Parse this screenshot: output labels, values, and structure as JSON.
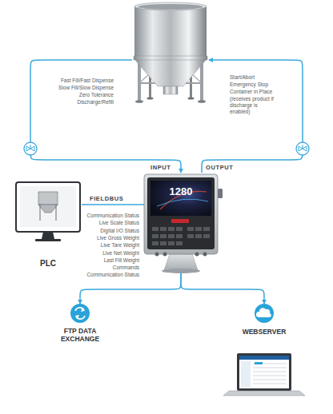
{
  "diagram": {
    "nodes": [
      {
        "text": []
      },
      {
        "text": [
          "1280"
        ]
      },
      {
        "text": [
          "PLC"
        ]
      },
      {
        "text": [
          "FTP DATA EXCHANGE"
        ]
      },
      {
        "text": [
          "WEBSERVER"
        ]
      }
    ],
    "edges": [
      {
        "from": 0,
        "to": 1,
        "arrow": "to",
        "label": "INPUT"
      },
      {
        "from": 1,
        "to": 0,
        "arrow": "to",
        "label": "OUTPUT"
      },
      {
        "from": 2,
        "to": 1,
        "arrow": "none",
        "label": "FIELDBUS"
      },
      {
        "from": 1,
        "to": 3,
        "arrow": "to"
      },
      {
        "from": 1,
        "to": 4,
        "arrow": "to"
      }
    ],
    "labels": [
      "Fast Fill/Fast Dispense",
      "Slow Fill/Slow Dispense",
      "Zero Tolerance",
      "Discharge/Refill",
      "Start/Abort",
      "Emergency Stop",
      "Container in Place",
      "(receives product if discharge is enabled)",
      "Communication Status",
      "Live Scale Status",
      "Digital I/O Status",
      "Live Gross Weight",
      "Live Tare Weight",
      "Live Net Weight",
      "Last Fill Weight",
      "Commands",
      "Communication Status"
    ]
  }
}
